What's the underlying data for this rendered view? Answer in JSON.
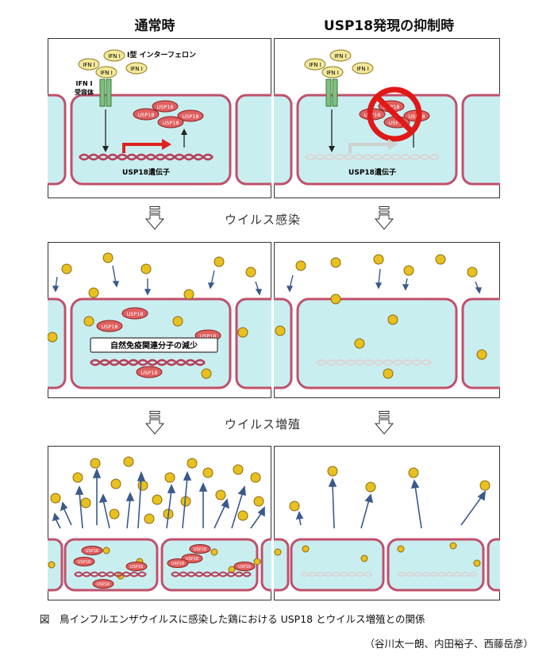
{
  "columns": {
    "normal_title": "通常時",
    "suppressed_title": "USP18発現の抑制時"
  },
  "panel1": {
    "ifn_type_label": "I型 インターフェロン",
    "ifn_token": "IFN I",
    "receptor_label_line1": "IFN I",
    "receptor_label_line2": "受容体",
    "usp18_token": "USP18",
    "gene_label": "USP18遺伝子"
  },
  "steps": {
    "infection": "ウイルス感染",
    "replication": "ウイルス増殖"
  },
  "panel2": {
    "usp18_token": "USP18",
    "immune_box": "自然免疫関連分子の減少"
  },
  "panel3": {
    "usp18_token": "USP18"
  },
  "caption": "図　鳥インフルエンザウイルスに感染した鶏における USP18 とウイルス増殖との関係",
  "authors": "（谷川太一朗、内田裕子、西藤岳彦）",
  "colors": {
    "cell_fill": "#c9eef0",
    "cell_border": "#c0506a",
    "usp18_fill": "#e06060",
    "gene_normal": "#b5405a",
    "gene_suppressed": "#d8d8d8",
    "virus": "#e8c020",
    "promoter_arrow": "#e02020",
    "inhibit_sign": "#e01818",
    "viral_arrow": "#3a5a8c"
  }
}
